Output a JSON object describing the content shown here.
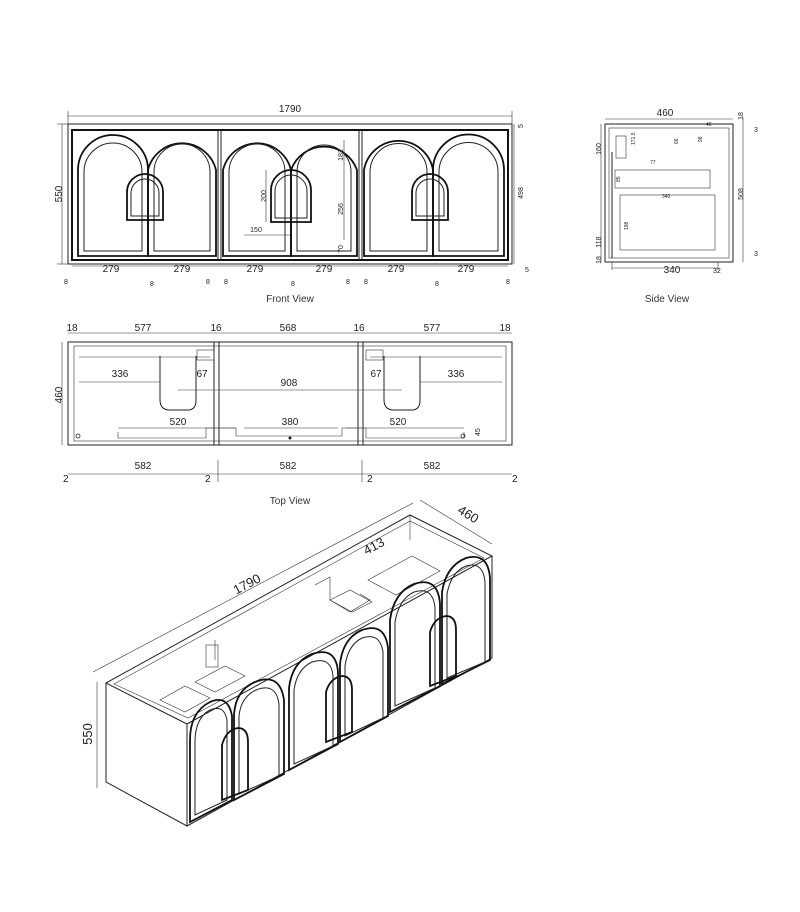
{
  "views": {
    "front": {
      "caption": "Front View",
      "overall_width": "1790",
      "overall_height": "550",
      "door_height": "498",
      "top_gap": "5",
      "bottom_gap": "5",
      "door_widths": [
        "279",
        "279",
        "279",
        "279",
        "279",
        "279"
      ],
      "gaps": [
        "8",
        "8",
        "8",
        "8",
        "8",
        "8",
        "8",
        "8",
        "8"
      ],
      "cutout_width": "150",
      "cutout_height": "200",
      "dim_182": "182",
      "dim_256": "256",
      "dim_70": "70"
    },
    "side": {
      "caption": "Side View",
      "depth": "460",
      "top_18": "18",
      "top_3": "3",
      "dim_160": "160",
      "dim_508": "508",
      "dim_118": "118",
      "dim_18b": "18",
      "bottom_3": "3",
      "base_340": "340",
      "base_32": "32",
      "inner_40": "40",
      "inner_171": "171.5",
      "inner_66": "66",
      "inner_77": "77",
      "inner_85": "85",
      "inner_98": "98",
      "inner_340": "340",
      "inner_198": "198"
    },
    "top": {
      "caption": "Top View",
      "top_dims": [
        "18",
        "577",
        "16",
        "568",
        "16",
        "577",
        "18"
      ],
      "depth": "460",
      "inner_336_left": "336",
      "inner_67_left": "67",
      "span_908": "908",
      "inner_67_right": "67",
      "inner_336_right": "336",
      "cut_520_left": "520",
      "cut_380": "380",
      "cut_520_right": "520",
      "dim_45": "45",
      "bottom_dims": [
        "2",
        "582",
        "2",
        "582",
        "2",
        "582",
        "2"
      ]
    },
    "iso": {
      "width": "1790",
      "depth": "460",
      "height": "550",
      "inner": "413"
    }
  }
}
